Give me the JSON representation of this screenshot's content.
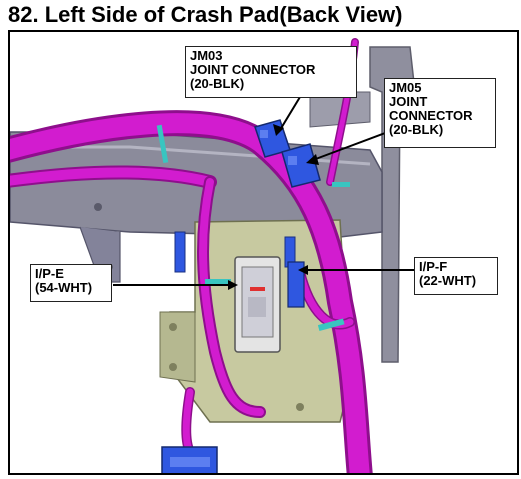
{
  "title": "82. Left Side of Crash Pad(Back View)",
  "callouts": {
    "jm03": {
      "line1": "JM03",
      "line2": "JOINT CONNECTOR",
      "line3": "(20-BLK)"
    },
    "jm05": {
      "line1": "JM05",
      "line2": "JOINT",
      "line3": "CONNECTOR",
      "line4": "(20-BLK)"
    },
    "ipe": {
      "line1": "I/P-E",
      "line2": "(54-WHT)"
    },
    "ipf": {
      "line1": "I/P-F",
      "line2": "(22-WHT)"
    }
  },
  "colors": {
    "harness": "#d21ccf",
    "harness_shadow": "#8e0f8c",
    "tape": "#39c5c0",
    "connector_blue": "#2f57e0",
    "bracket_gray": "#9a9aa8",
    "panel_green": "#c9ccA0",
    "connector_white": "#e2e2e2"
  }
}
